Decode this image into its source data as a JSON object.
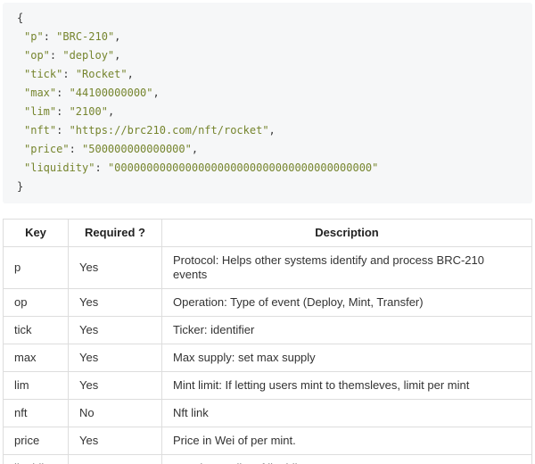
{
  "code": {
    "open_brace": "{",
    "close_brace": "}",
    "entries": [
      {
        "key": "\"p\"",
        "colon": ": ",
        "value": "\"BRC-210\"",
        "comma": ","
      },
      {
        "key": "\"op\"",
        "colon": ": ",
        "value": "\"deploy\"",
        "comma": ","
      },
      {
        "key": "\"tick\"",
        "colon": ": ",
        "value": "\"Rocket\"",
        "comma": ","
      },
      {
        "key": "\"max\"",
        "colon": ": ",
        "value": "\"44100000000\"",
        "comma": ","
      },
      {
        "key": "\"lim\"",
        "colon": ": ",
        "value": "\"2100\"",
        "comma": ","
      },
      {
        "key": "\"nft\"",
        "colon": ": ",
        "value": "\"https://brc210.com/nft/rocket\"",
        "comma": ","
      },
      {
        "key": "\"price\"",
        "colon": ": ",
        "value": "\"500000000000000\"",
        "comma": ","
      },
      {
        "key": "\"liquidity\"",
        "colon": ": ",
        "value": "\"0000000000000000000000000000000000000000\"",
        "comma": ""
      }
    ]
  },
  "table": {
    "headers": [
      "Key",
      "Required ?",
      "Description"
    ],
    "rows": [
      [
        "p",
        "Yes",
        "Protocol: Helps other systems identify and process BRC-210 events"
      ],
      [
        "op",
        "Yes",
        "Operation: Type of event (Deploy, Mint, Transfer)"
      ],
      [
        "tick",
        "Yes",
        "Ticker: identifier"
      ],
      [
        "max",
        "Yes",
        "Max supply: set max supply"
      ],
      [
        "lim",
        "Yes",
        "Mint limit: If letting users mint to themsleves, limit per mint"
      ],
      [
        "nft",
        "No",
        "Nft link"
      ],
      [
        "price",
        "Yes",
        "Price in Wei of per mint."
      ],
      [
        "liquidity",
        "Yes",
        "Receiver wallet of liquidity."
      ]
    ]
  },
  "colors": {
    "code_string": "#76852e",
    "code_punctuation": "#3a3a3a",
    "code_background": "#f6f7f8",
    "table_border": "#dddddd",
    "table_bottom_border": "#c3c3c3",
    "body_text": "#333333"
  }
}
